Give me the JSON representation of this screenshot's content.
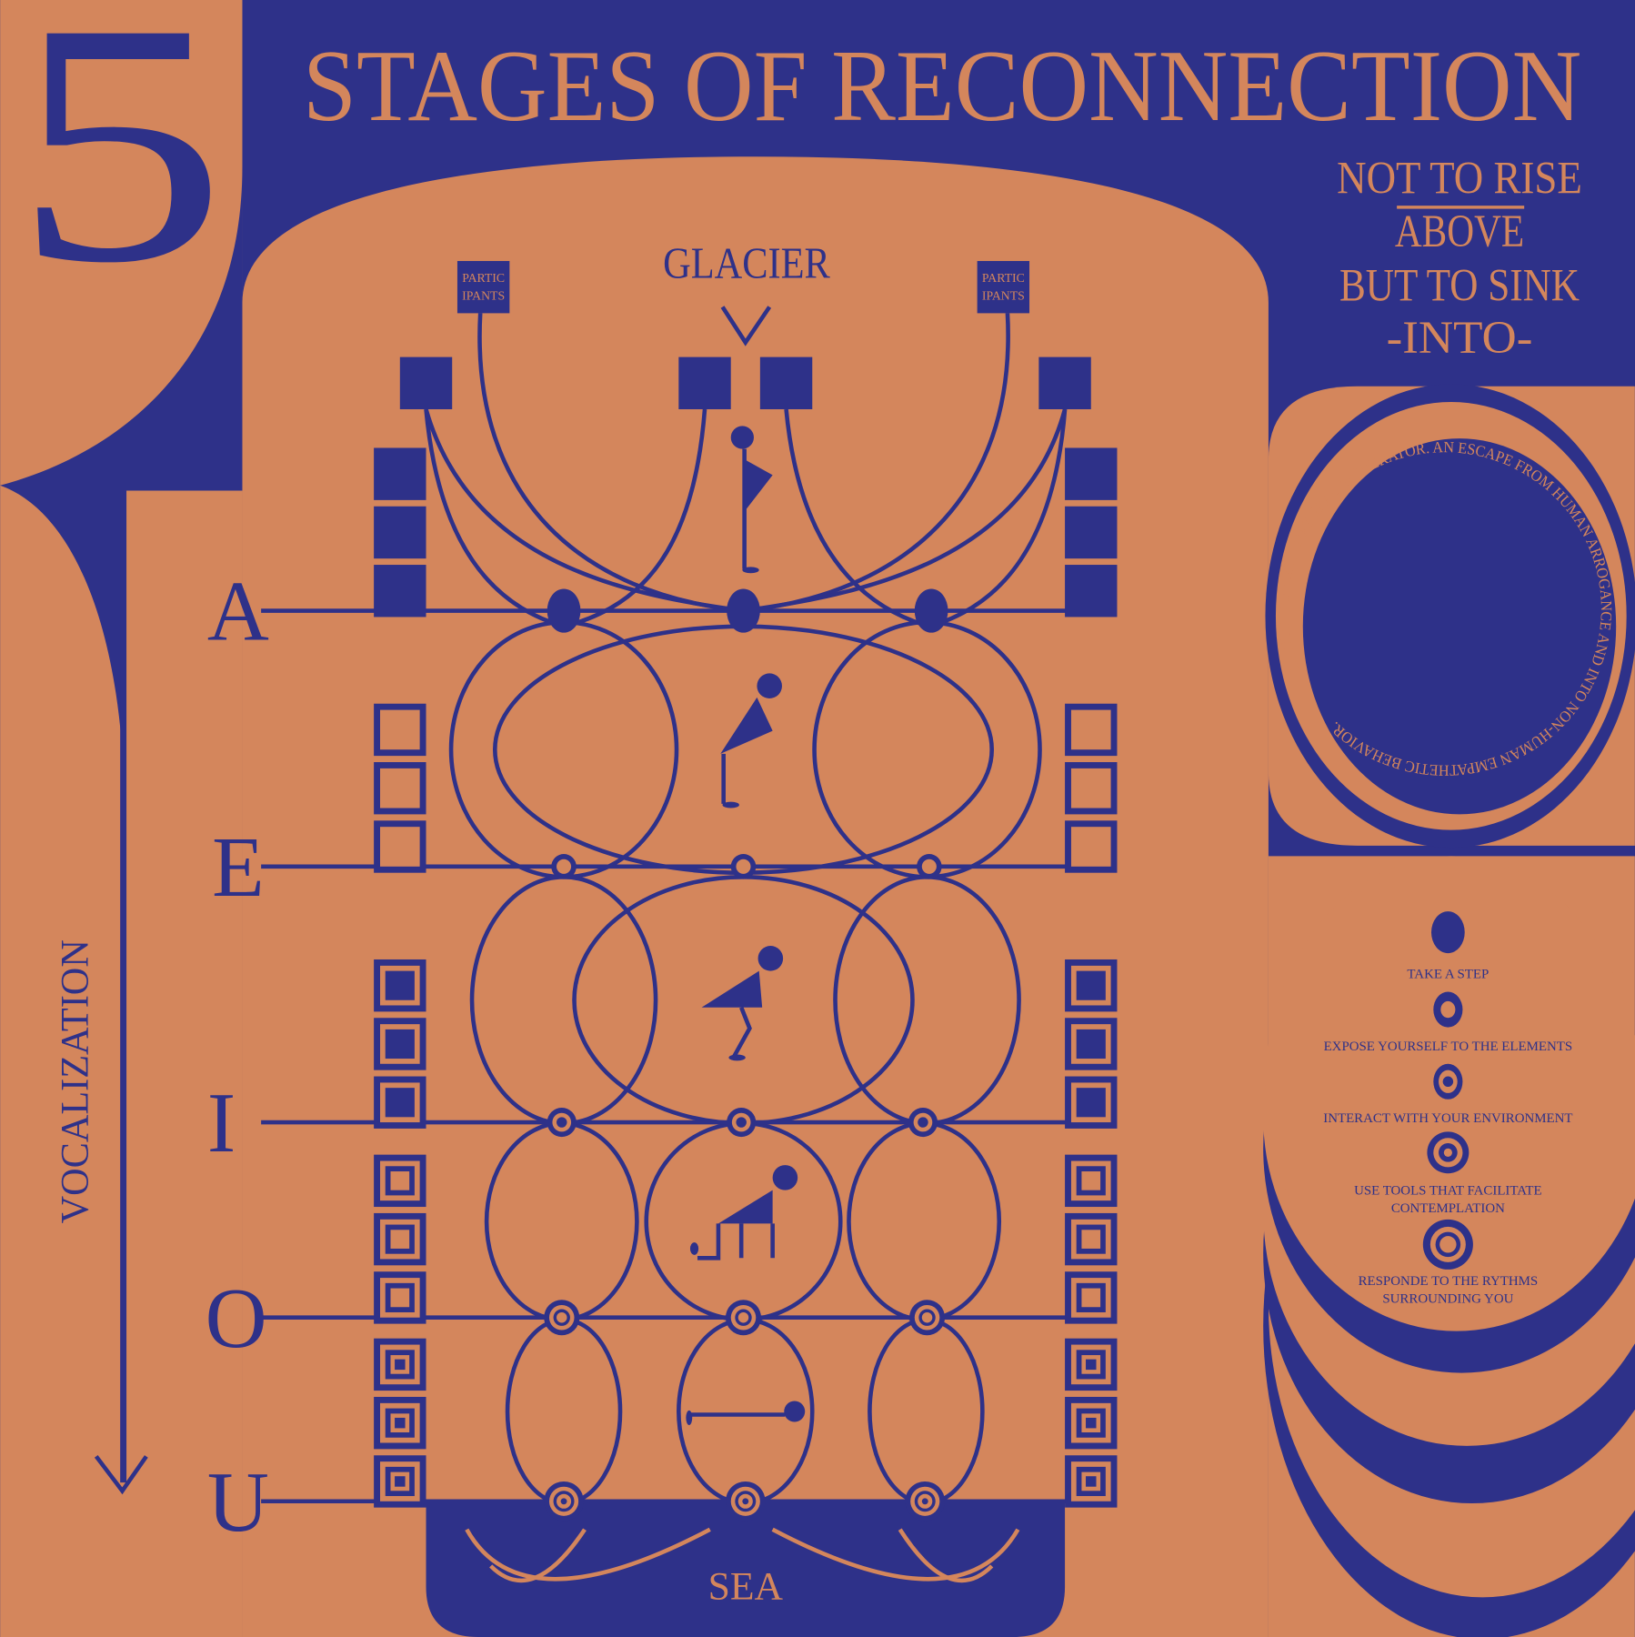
{
  "colors": {
    "blue": "#2e3189",
    "orange": "#d4865c"
  },
  "number": "5",
  "title": "STAGES OF RECONNECTION",
  "slogan": [
    "NOT TO RISE",
    "ABOVE",
    "BUT TO SINK",
    "-INTO-"
  ],
  "circle_text": "LANDSCAPE AS A NATURAL MODERATOR. AN ESCAPE FROM HUMAN ARROGANCE AND INTO NON-HUMAN EMPATHETIC BEHAVIOR.",
  "diagram": {
    "top_label": "GLACIER",
    "bottom_label": "SEA",
    "participants": [
      "PARTIC",
      "IPANTS"
    ],
    "axis_label": "VOCALIZATION",
    "vowels": [
      "A",
      "E",
      "I",
      "O",
      "U"
    ]
  },
  "legend": [
    {
      "icon": "filled-dot-icon",
      "lines": [
        "TAKE A STEP"
      ]
    },
    {
      "icon": "ring-icon",
      "lines": [
        "EXPOSE YOURSELF TO THE ELEMENTS"
      ]
    },
    {
      "icon": "dotted-ring-icon",
      "lines": [
        "INTERACT WITH YOUR ENVIRONMENT"
      ]
    },
    {
      "icon": "double-ring-icon",
      "lines": [
        "USE TOOLS THAT FACILITATE",
        "CONTEMPLATION"
      ]
    },
    {
      "icon": "triple-ring-icon",
      "lines": [
        "RESPONDE TO THE RYTHMS",
        "SURROUNDING YOU"
      ]
    }
  ]
}
